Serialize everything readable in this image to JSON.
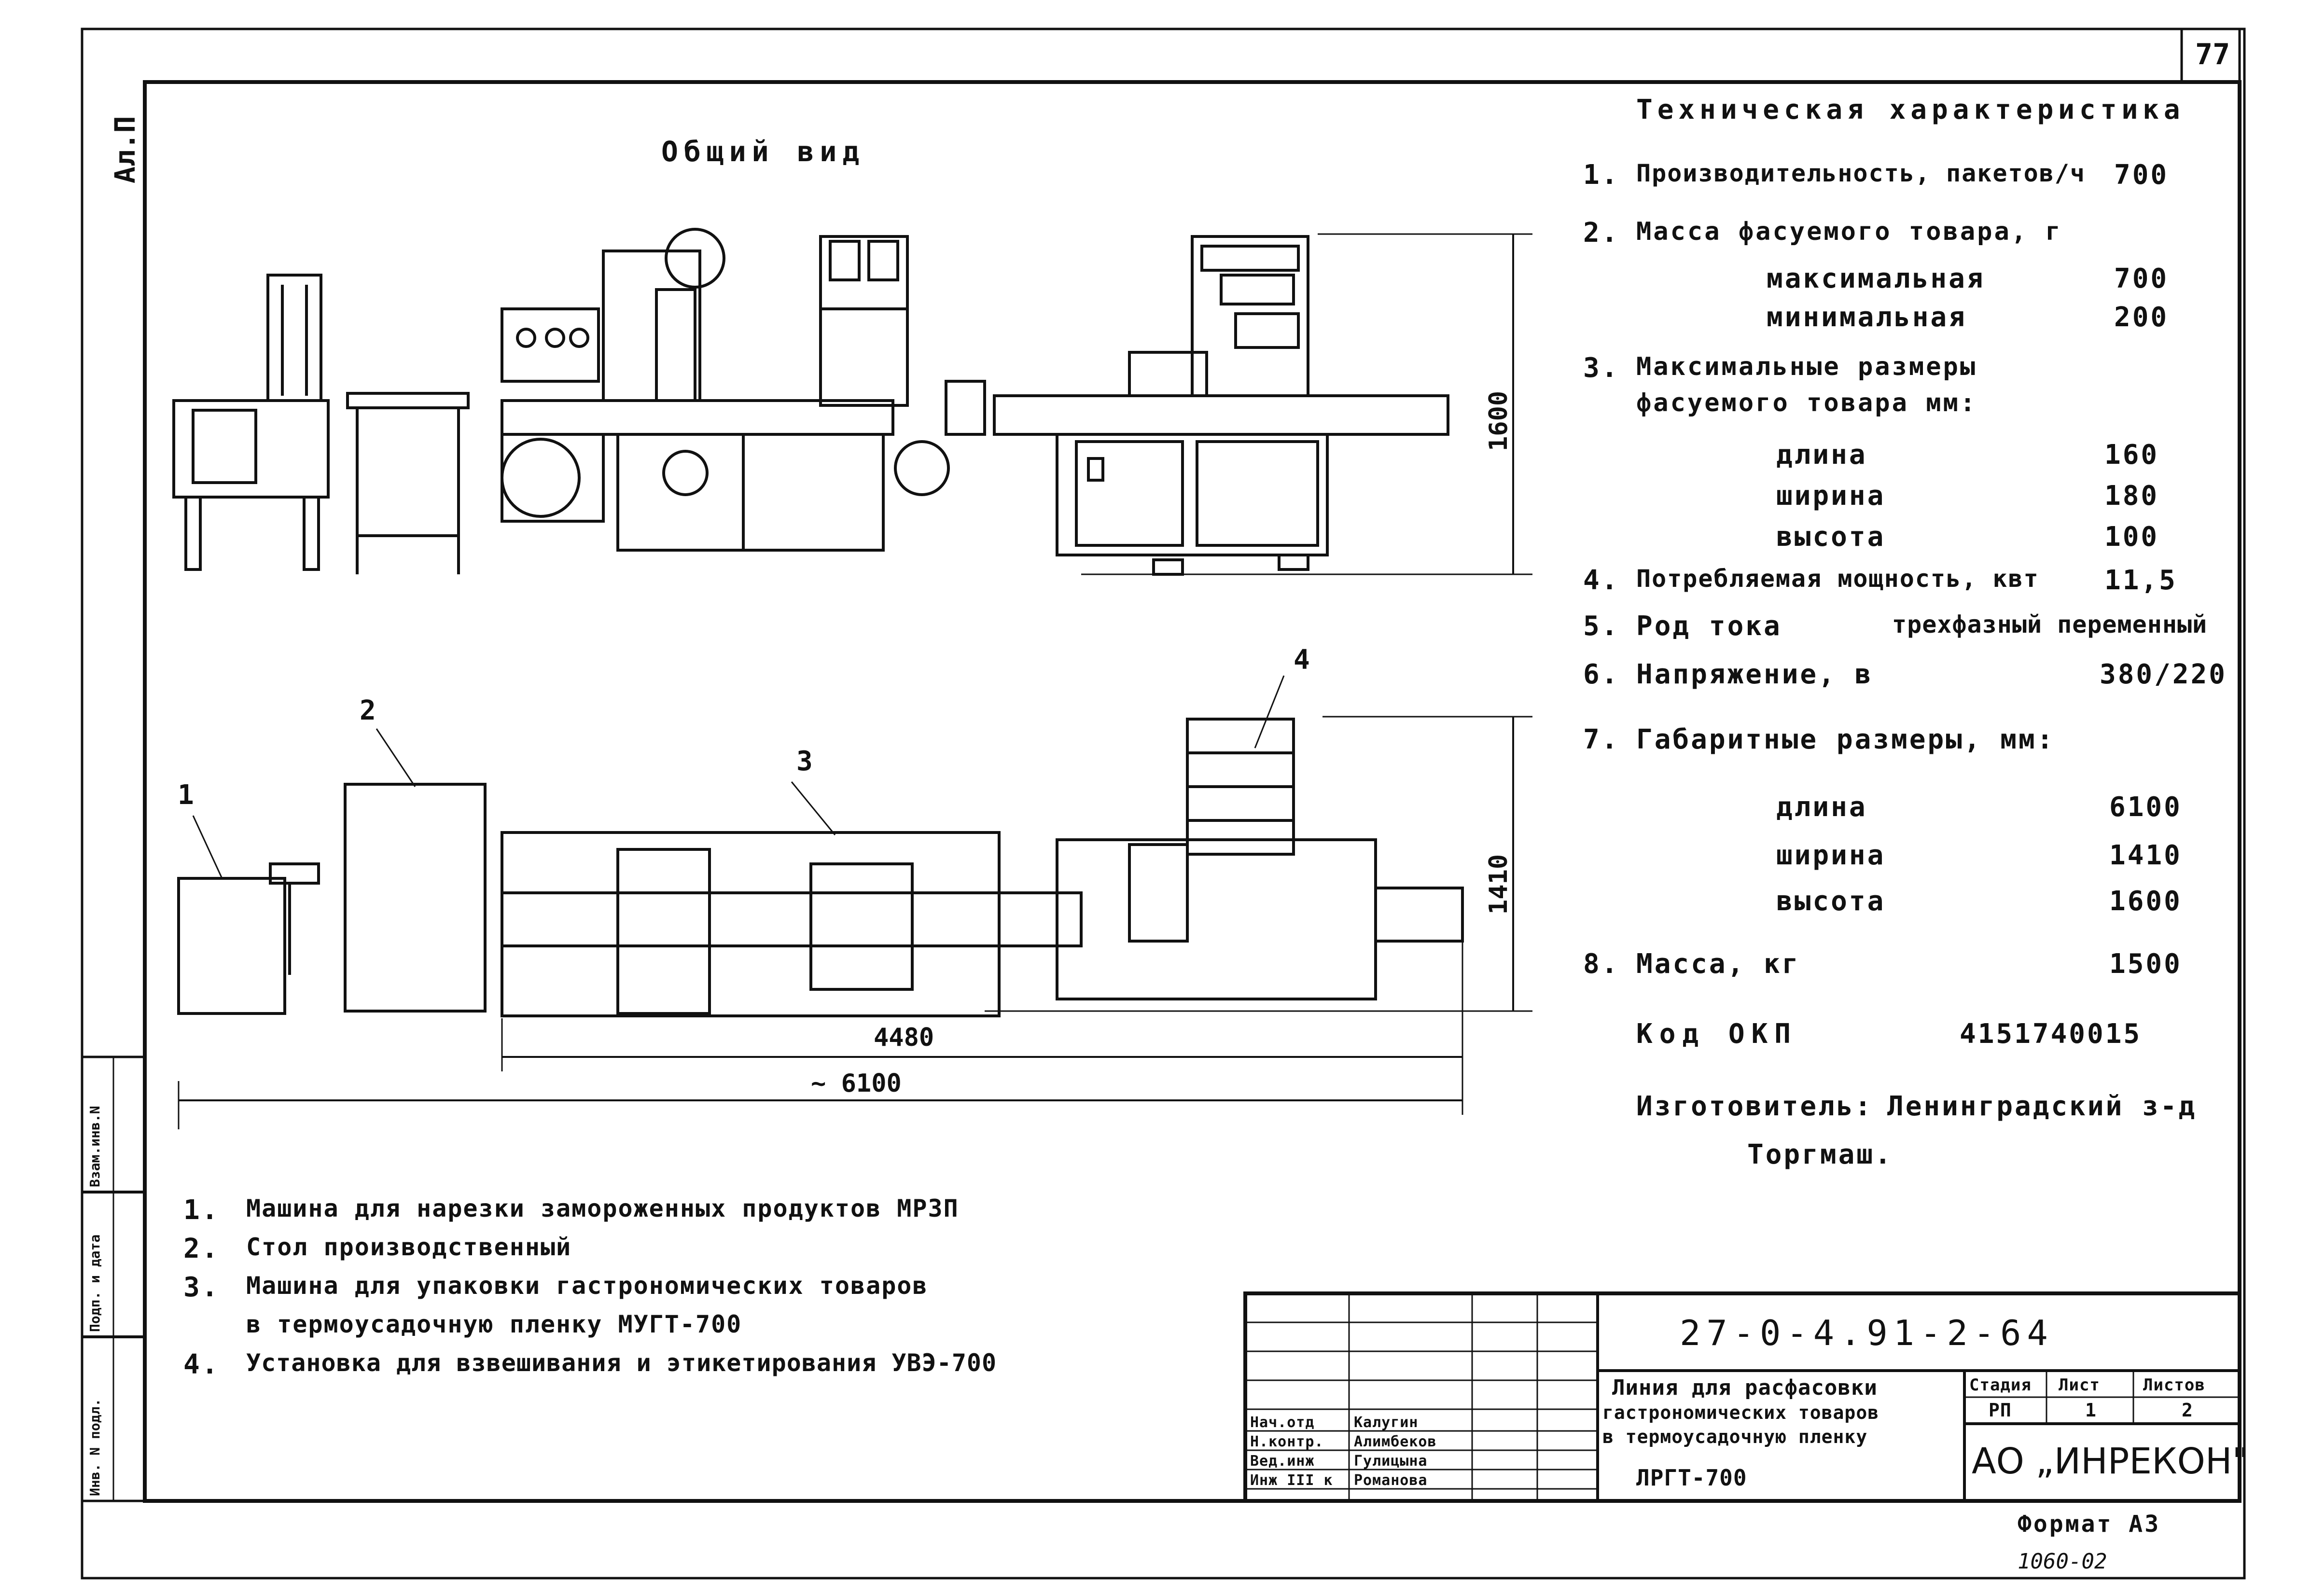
{
  "page_number": "77",
  "side_label": "Ал.П",
  "view_title": "Общий вид",
  "spec": {
    "title": "Техническая характеристика",
    "items": [
      {
        "num": "1.",
        "label": "Производительность, пакетов/ч",
        "value": "700"
      },
      {
        "num": "2.",
        "label": "Масса фасуемого товара, г",
        "value": ""
      },
      {
        "num": "",
        "label": "максимальная",
        "value": "700"
      },
      {
        "num": "",
        "label": "минимальная",
        "value": "200"
      },
      {
        "num": "3.",
        "label": "Максимальные размеры",
        "value": ""
      },
      {
        "num": "",
        "label": "фасуемого товара мм:",
        "value": ""
      },
      {
        "num": "",
        "label": "длина",
        "value": "160"
      },
      {
        "num": "",
        "label": "ширина",
        "value": "180"
      },
      {
        "num": "",
        "label": "высота",
        "value": "100"
      },
      {
        "num": "4.",
        "label": "Потребляемая мощность, квт",
        "value": "11,5"
      },
      {
        "num": "5.",
        "label": "Род тока",
        "value": "трехфазный переменный"
      },
      {
        "num": "6.",
        "label": "Напряжение, в",
        "value": "380/220"
      },
      {
        "num": "7.",
        "label": "Габаритные размеры, мм:",
        "value": ""
      },
      {
        "num": "",
        "label": "длина",
        "value": "6100"
      },
      {
        "num": "",
        "label": "ширина",
        "value": "1410"
      },
      {
        "num": "",
        "label": "высота",
        "value": "1600"
      },
      {
        "num": "8.",
        "label": "Масса, кг",
        "value": "1500"
      }
    ],
    "okp_label": "Код ОКП",
    "okp_value": "4151740015",
    "maker_label": "Изготовитель:",
    "maker_value": "Ленинградский з-д",
    "maker_value2": "Торгмаш."
  },
  "dimensions": {
    "height_top": "1600",
    "width_plan": "1410",
    "len_4480": "4480",
    "len_6100": "~ 6100"
  },
  "callouts": [
    "1",
    "2",
    "3",
    "4"
  ],
  "legend": [
    {
      "num": "1.",
      "text": "Машина для нарезки замороженных продуктов   МРЗП"
    },
    {
      "num": "2.",
      "text": "Стол производственный"
    },
    {
      "num": "3.",
      "text": "Машина для упаковки гастрономических товаров"
    },
    {
      "num": "",
      "text": "в термоусадочную пленку   МУГТ-700"
    },
    {
      "num": "4.",
      "text": "Установка для взвешивания и этикетирования УВЭ-700"
    }
  ],
  "left_strip": {
    "c1": "Взам.инв.N",
    "c2": "Подп. и дата",
    "c3": "Инв. N подл."
  },
  "title_block": {
    "doc_code": "27-0-4.91-2-64",
    "roles": [
      {
        "role": "Нач.отд",
        "name": "Калугин"
      },
      {
        "role": "Н.контр.",
        "name": "Алимбеков"
      },
      {
        "role": "Вед.инж",
        "name": "Гулицына"
      },
      {
        "role": "Инж III к",
        "name": "Романова"
      }
    ],
    "description": [
      "Линия для расфасовки",
      "гастрономических товаров",
      "в термоусадочную пленку",
      "ЛРГТ-700"
    ],
    "stage_label": "Стадия",
    "sheet_label": "Лист",
    "sheets_label": "Листов",
    "stage": "РП",
    "sheet": "1",
    "sheets": "2",
    "company": "АО „ИНРЕКОН\""
  },
  "format": "Формат А3",
  "bottom_note": "1060-02"
}
